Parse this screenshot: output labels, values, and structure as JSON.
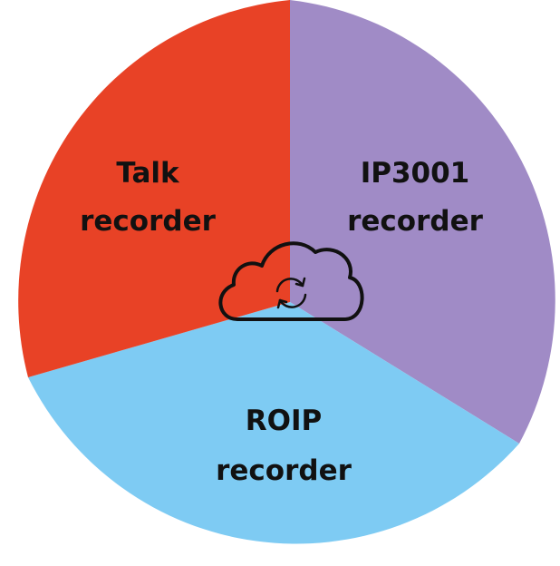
{
  "colors": {
    "talk": "#e84226",
    "ip3001": "#a08bc6",
    "roip": "#7ecbf3",
    "icon": "#111111"
  },
  "segments": {
    "talk": {
      "line1": "Talk",
      "line2": "recorder"
    },
    "ip3001": {
      "line1": "IP3001",
      "line2": "recorder"
    },
    "roip": {
      "line1": "ROIP",
      "line2": "recorder"
    }
  },
  "center_icon": "cloud-sync-icon"
}
